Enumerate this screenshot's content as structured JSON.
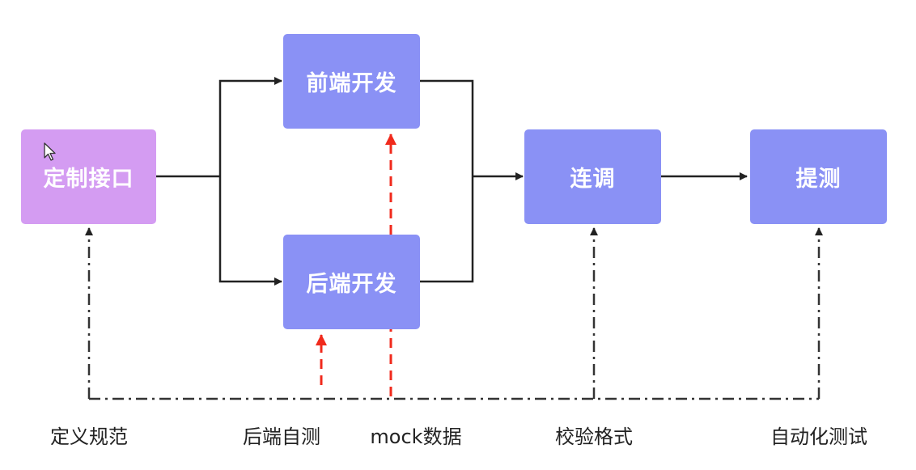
{
  "nodes": {
    "define": "定制接口",
    "frontend": "前端开发",
    "backend": "后端开发",
    "joint": "连调",
    "submit": "提测"
  },
  "captions": {
    "spec": "定义规范",
    "self_test": "后端自测",
    "mock": "mock数据",
    "validate": "校验格式",
    "auto_test": "自动化测试"
  },
  "colors": {
    "define_fill": "#d49cf2",
    "process_fill": "#8a91f5",
    "solid_line": "#222222",
    "dashdot_line": "#333333",
    "mock_line": "#f02a1c"
  }
}
